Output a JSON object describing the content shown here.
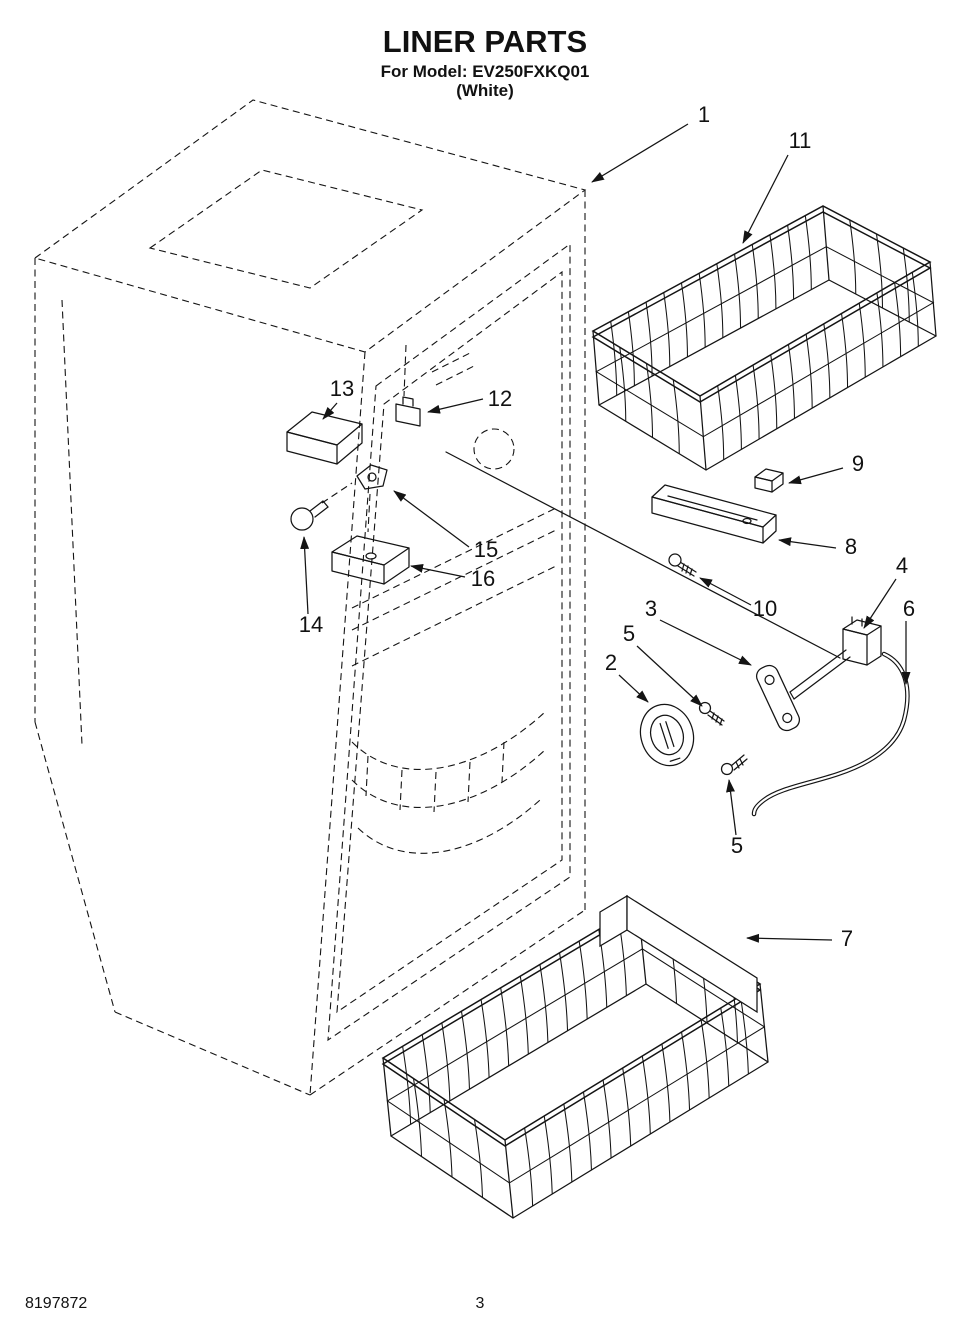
{
  "header": {
    "title": "LINER PARTS",
    "model_line": "For Model: EV250FXKQ01",
    "color_line": "(White)"
  },
  "colors": {
    "ink": "#141414",
    "background": "#ffffff"
  },
  "callouts": [
    {
      "label": "1"
    },
    {
      "label": "11"
    },
    {
      "label": "13"
    },
    {
      "label": "12"
    },
    {
      "label": "9"
    },
    {
      "label": "8"
    },
    {
      "label": "15"
    },
    {
      "label": "16"
    },
    {
      "label": "10"
    },
    {
      "label": "3"
    },
    {
      "label": "4"
    },
    {
      "label": "6"
    },
    {
      "label": "5"
    },
    {
      "label": "2"
    },
    {
      "label": "14"
    },
    {
      "label": "5"
    },
    {
      "label": "7"
    }
  ],
  "footer": {
    "document_number": "8197872",
    "page_number": "3"
  }
}
